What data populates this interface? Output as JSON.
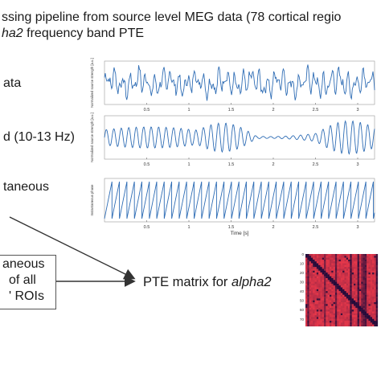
{
  "title": {
    "line1": "ssing pipeline from source level MEG data (78 cortical regio",
    "line2_italic": "ha2",
    "line2_rest": " frequency band PTE"
  },
  "steps": {
    "raw_label": "ata",
    "filtered_label": "d (10-13 Hz)",
    "phase_label": "taneous"
  },
  "plots": {
    "raw": {
      "ylabel": "Normalized source strength [a.u.]"
    },
    "filtered": {
      "ylabel": "Normalized source strength [a.u.]"
    },
    "phase": {
      "ylabel": "Instantaneous phase",
      "xlabel": "Time [s]"
    },
    "xticks": [
      "0.5",
      "1",
      "1.5",
      "2",
      "2.5",
      "3"
    ]
  },
  "box": {
    "line1": "aneous",
    "line2": "of all",
    "line3": "' ROIs"
  },
  "pte": {
    "prefix": "PTE matrix for ",
    "italic": "alpha2"
  },
  "matrix": {
    "ticks": [
      "0",
      "10",
      "20",
      "30",
      "40",
      "50",
      "60",
      "70"
    ],
    "n": 78
  },
  "colors": {
    "signal": "#2f6db5",
    "arrow": "#333333",
    "matrix_low": "#1a0a3a",
    "matrix_high": "#e8384a"
  }
}
